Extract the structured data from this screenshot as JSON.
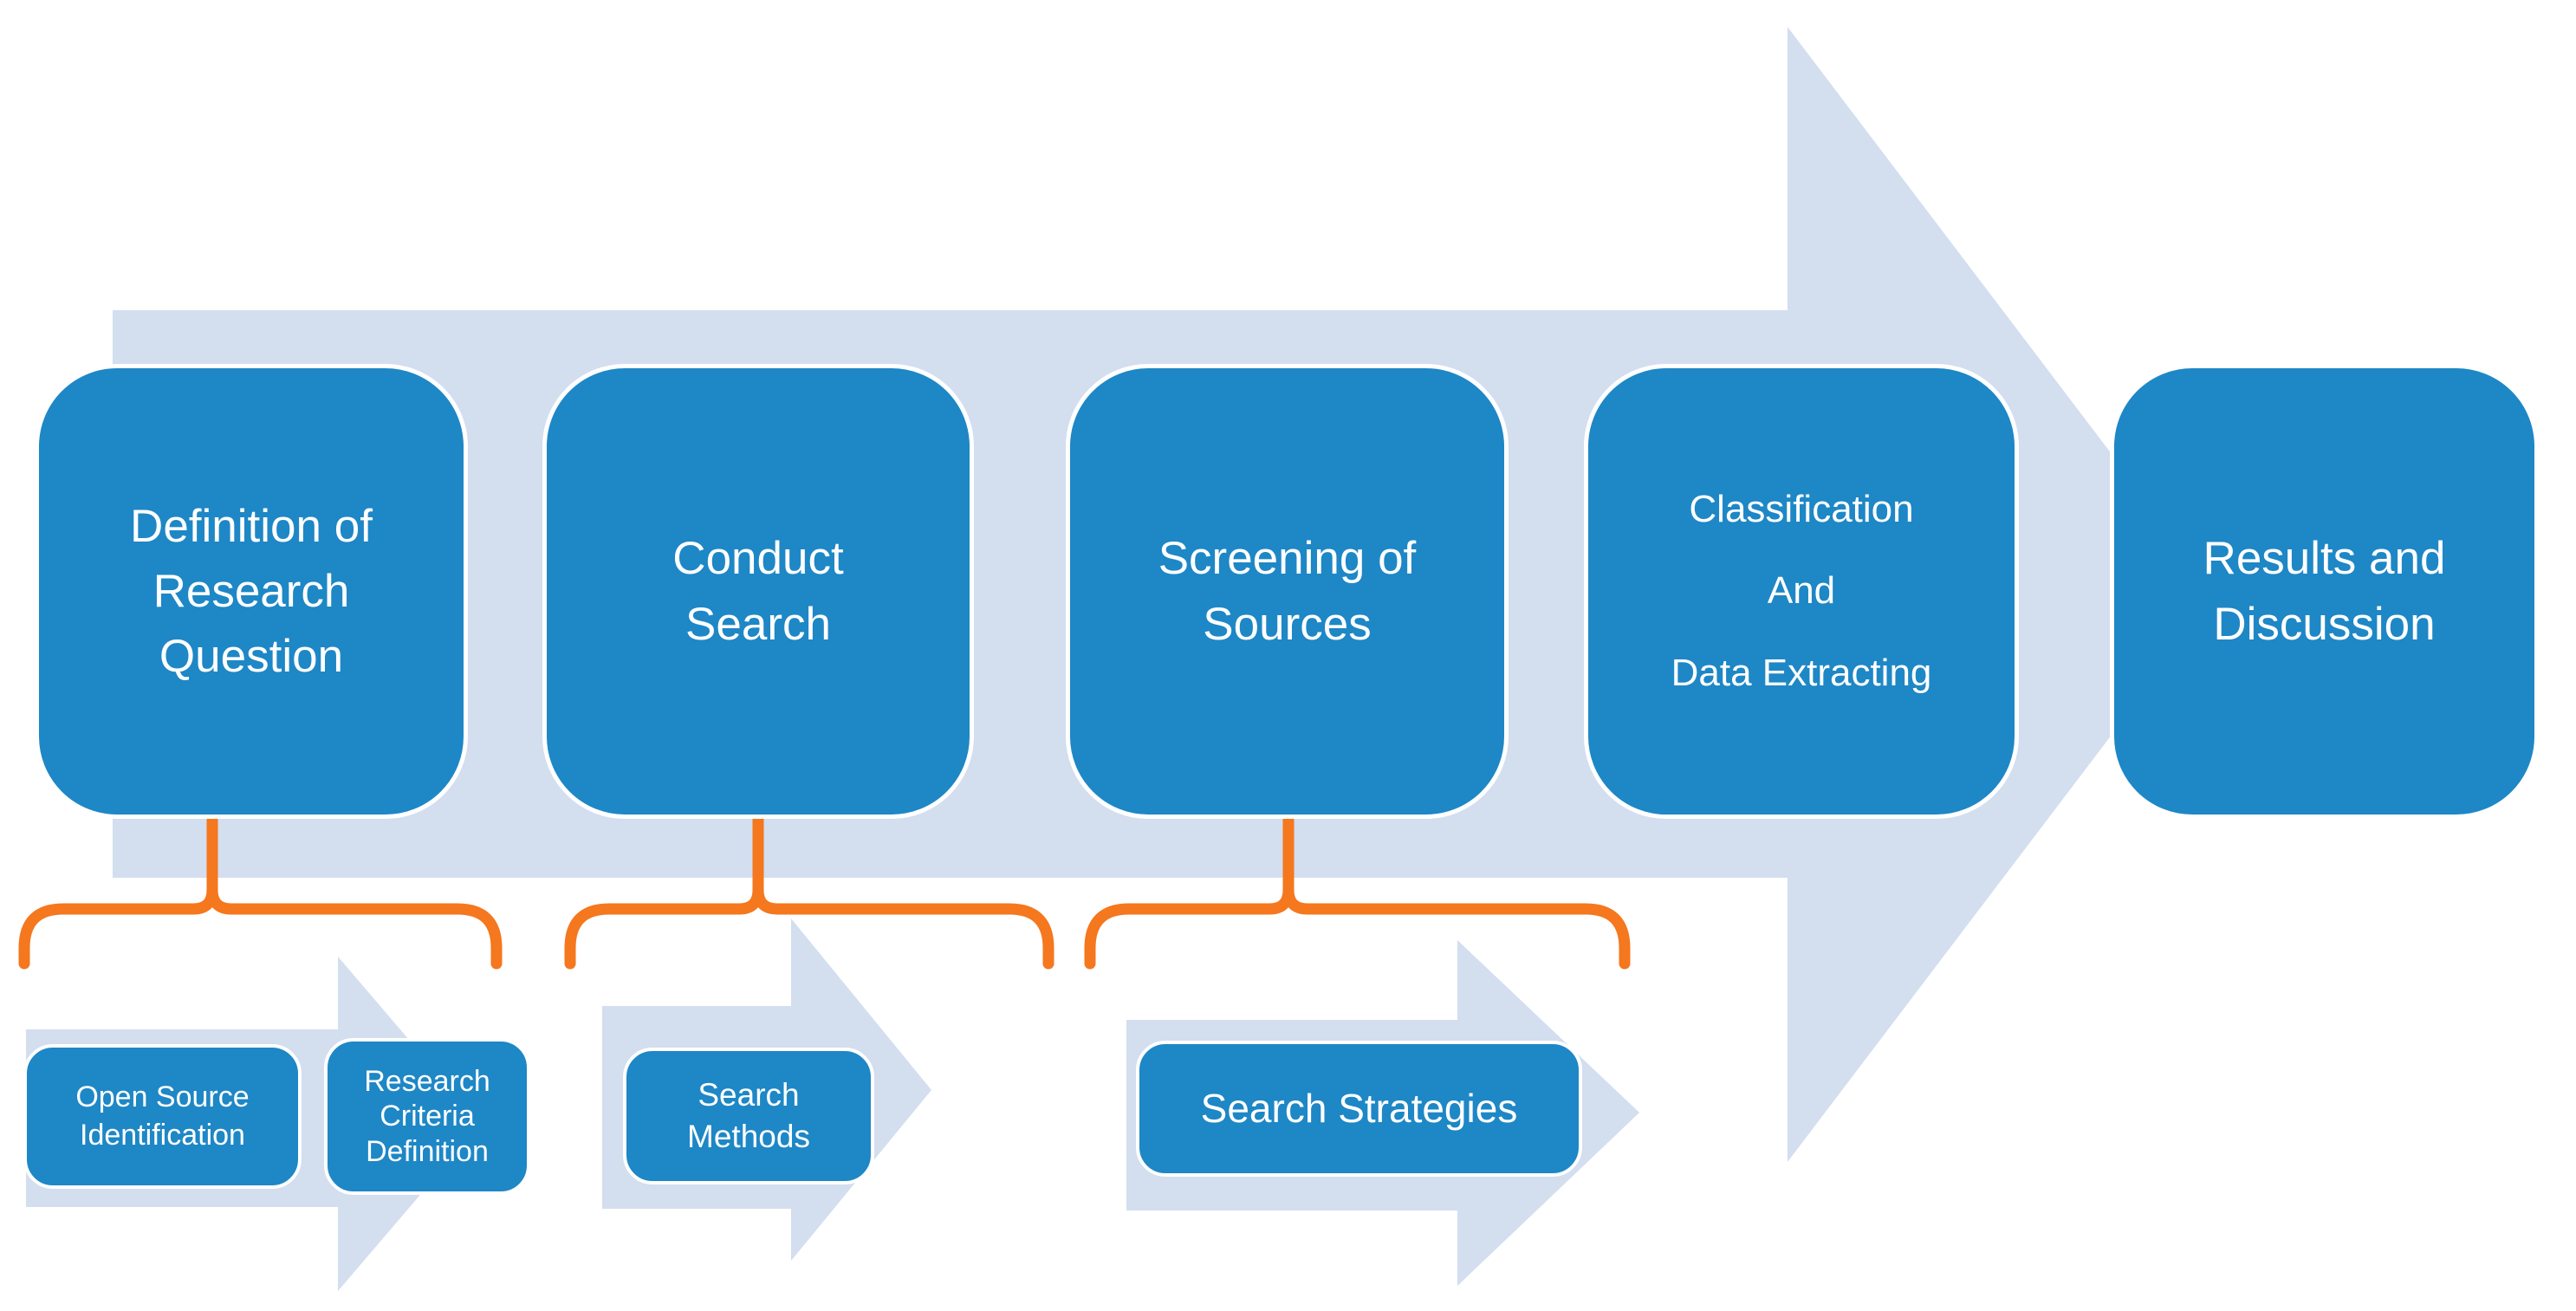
{
  "palette": {
    "step_box_blue": "#1E87C6",
    "arrow_light_blue": "#D3DEEF",
    "brace_orange": "#F5771E",
    "text_white": "#FFFFFF",
    "background": "#FFFFFF"
  },
  "flow": {
    "steps": [
      {
        "name": "Definition of Research Question",
        "lines": [
          "Definition of",
          "Research",
          "Question"
        ]
      },
      {
        "name": "Conduct Search",
        "lines": [
          "Conduct",
          "Search"
        ]
      },
      {
        "name": "Screening of Sources",
        "lines": [
          "Screening of",
          "Sources"
        ]
      },
      {
        "name": "Classification And Data Extracting",
        "lines": [
          "Classification",
          "And",
          "Data Extracting"
        ]
      },
      {
        "name": "Results and Discussion",
        "lines": [
          "Results and",
          "Discussion"
        ]
      }
    ],
    "sub_flows": [
      {
        "parent": "Definition of Research Question",
        "branch_boxes": [
          {
            "name": "Open Source Identification",
            "lines": [
              "Open Source",
              "Identification"
            ]
          },
          {
            "name": "Research Criteria Definition",
            "lines": [
              "Research",
              "Criteria",
              "Definition"
            ]
          }
        ]
      },
      {
        "parent": "Conduct Search",
        "branch_boxes": [
          {
            "name": "Search Methods",
            "lines": [
              "Search",
              "Methods"
            ]
          }
        ]
      },
      {
        "parent": "Screening of Sources",
        "branch_boxes": [
          {
            "name": "Search Strategies",
            "lines": [
              "Search Strategies"
            ]
          }
        ]
      }
    ]
  }
}
